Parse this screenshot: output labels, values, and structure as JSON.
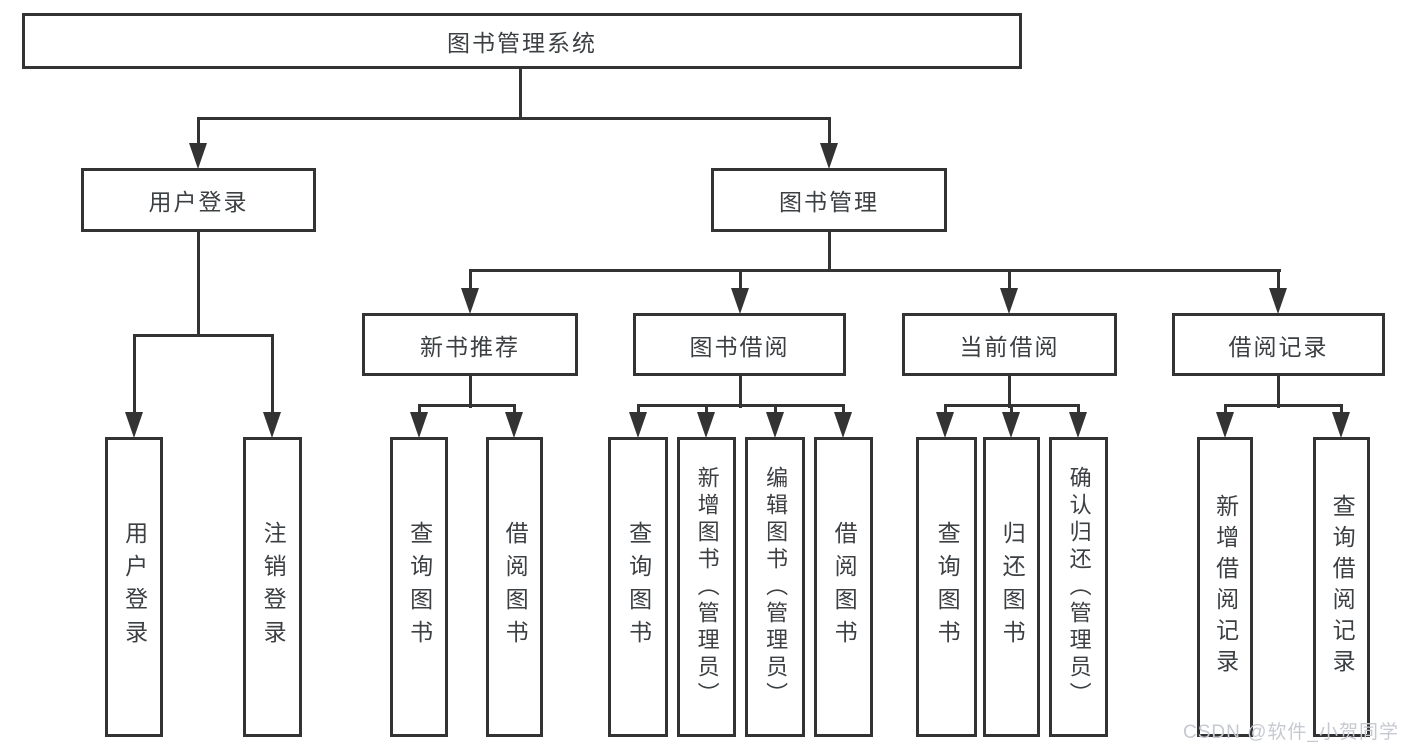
{
  "diagram": {
    "title": "图书管理系统",
    "root": {
      "label": "图书管理系统"
    },
    "branches": [
      {
        "label": "用户登录",
        "children": [
          {
            "label": "用户登录"
          },
          {
            "label": "注销登录"
          }
        ]
      },
      {
        "label": "图书管理",
        "children": [
          {
            "label": "新书推荐",
            "children": [
              {
                "label": "查询图书"
              },
              {
                "label": "借阅图书"
              }
            ]
          },
          {
            "label": "图书借阅",
            "children": [
              {
                "label": "查询图书"
              },
              {
                "label": "新增图书（管理员）"
              },
              {
                "label": "编辑图书（管理员）"
              },
              {
                "label": "借阅图书"
              }
            ]
          },
          {
            "label": "当前借阅",
            "children": [
              {
                "label": "查询图书"
              },
              {
                "label": "归还图书"
              },
              {
                "label": "确认归还（管理员）"
              }
            ]
          },
          {
            "label": "借阅记录",
            "children": [
              {
                "label": "新增借阅记录"
              },
              {
                "label": "查询借阅记录"
              }
            ]
          }
        ]
      }
    ]
  },
  "watermark": {
    "text": "CSDN @软件_小贺同学"
  },
  "colors": {
    "line": "#333333",
    "text": "#3c4043",
    "background": "#ffffff",
    "watermark": "#c6cad0"
  }
}
